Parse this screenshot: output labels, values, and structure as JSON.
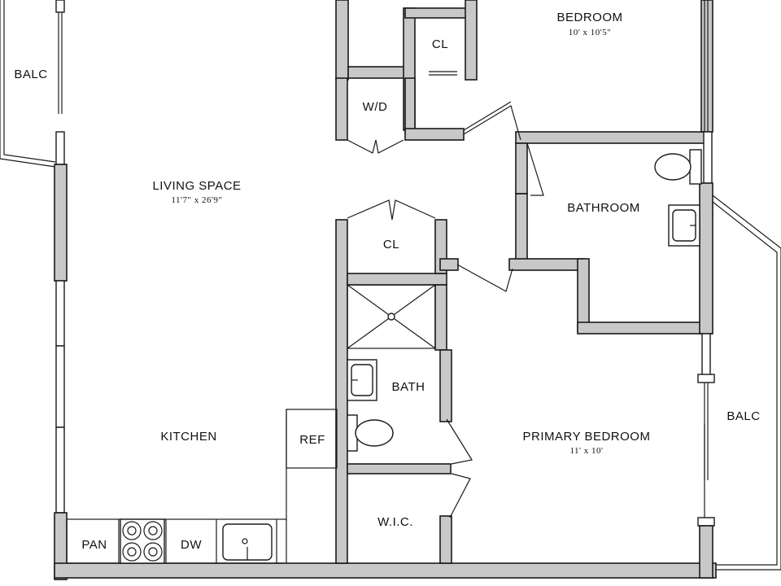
{
  "rooms": {
    "balc_left": {
      "name": "BALC"
    },
    "living": {
      "name": "LIVING SPACE",
      "dims": "11'7\" x 26'9\""
    },
    "kitchen": {
      "name": "KITCHEN"
    },
    "pantry": {
      "name": "PAN"
    },
    "dishwasher": {
      "name": "DW"
    },
    "fridge": {
      "name": "REF"
    },
    "washer_dryer": {
      "name": "W/D"
    },
    "closet_top": {
      "name": "CL"
    },
    "closet_mid": {
      "name": "CL"
    },
    "bath": {
      "name": "BATH"
    },
    "walk_in_closet": {
      "name": "W.I.C."
    },
    "bedroom": {
      "name": "BEDROOM",
      "dims": "10' x 10'5\""
    },
    "bathroom": {
      "name": "BATHROOM"
    },
    "primary_bedroom": {
      "name": "PRIMARY BEDROOM",
      "dims": "11' x 10'"
    },
    "balc_right": {
      "name": "BALC"
    }
  }
}
